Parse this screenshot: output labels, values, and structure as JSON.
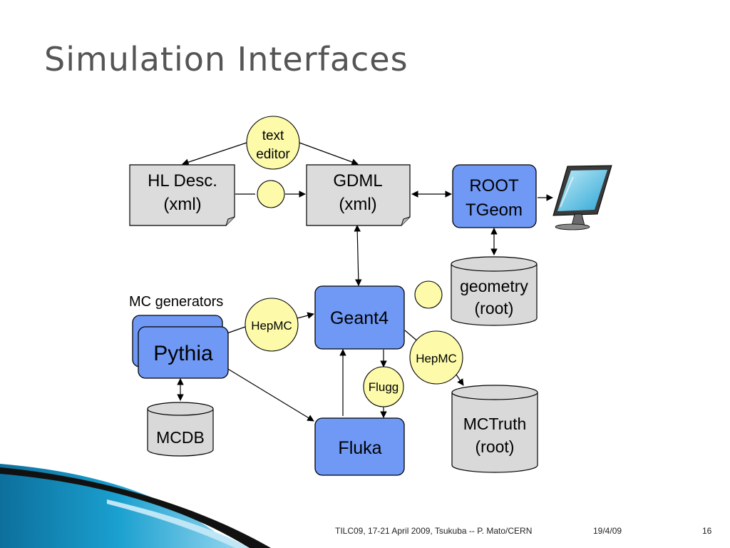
{
  "title": "Simulation Interfaces",
  "nodes": {
    "text_editor": [
      "text",
      "editor"
    ],
    "hl_desc": [
      "HL Desc.",
      "(xml)"
    ],
    "gdml": [
      "GDML",
      "(xml)"
    ],
    "root_tgeom": [
      "ROOT",
      "TGeom"
    ],
    "geometry": [
      "geometry",
      "(root)"
    ],
    "geant4": "Geant4",
    "mc_generators": "MC generators",
    "pythia": "Pythia",
    "hepmc_left": "HepMC",
    "hepmc_right": "HepMC",
    "flugg": "Flugg",
    "mcdb": "MCDB",
    "fluka": "Fluka",
    "mctruth": [
      "MCTruth",
      "(root)"
    ]
  },
  "footer": {
    "text": "TILC09, 17-21 April 2009, Tsukuba -- P. Mato/CERN",
    "date": "19/4/09",
    "page": "16"
  },
  "colors": {
    "node_blue": "#6f99f5",
    "bubble_yellow": "#fdfbaa",
    "doc_gray": "#dcdcdc",
    "title_gray": "#555555",
    "corner_teal": "#1aa0cf"
  },
  "icons": {
    "display": "computer-monitor-icon"
  }
}
